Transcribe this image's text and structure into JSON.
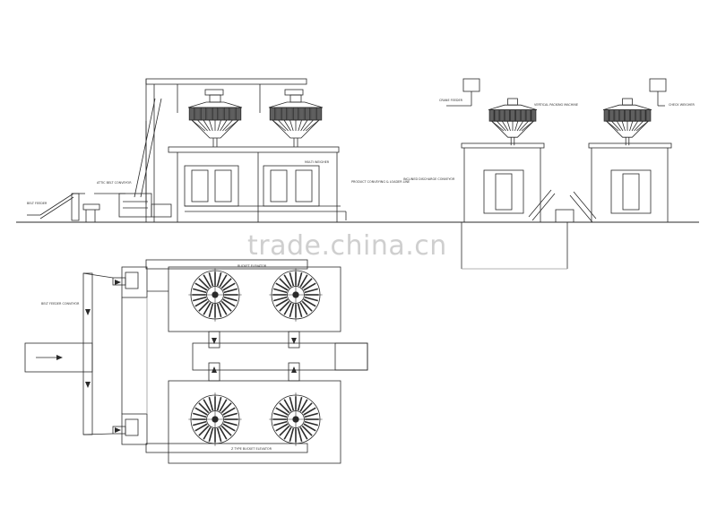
{
  "watermark": "trade.china.cn",
  "colors": {
    "line": "#2a2a2a",
    "light": "#9a9a9a",
    "watermark": "#cfcfcf"
  },
  "labels": {
    "belt_feeder": "BELT FEEDER",
    "attic_belt": "ATTIC BELT CONVEYOR",
    "weigher_left": "MULTI WEIGHER",
    "product_conveyor": "PRODUCT CONVEYING & LOADER LINE",
    "discharge_conveyor": "INCLINED DISCHARGE CONVEYOR",
    "vfs_left": "VERTICAL PACKING MACHINE",
    "vfs_right": "CHECK WEIGHER",
    "crane_feeder": "CRANE FEEDER",
    "bucket_top": "BUCKET ELEVATOR",
    "bucket_bottom": "Z TYPE BUCKET ELEVATOR",
    "belt_feeder_left": "BELT FEEDER CONVEYOR"
  }
}
